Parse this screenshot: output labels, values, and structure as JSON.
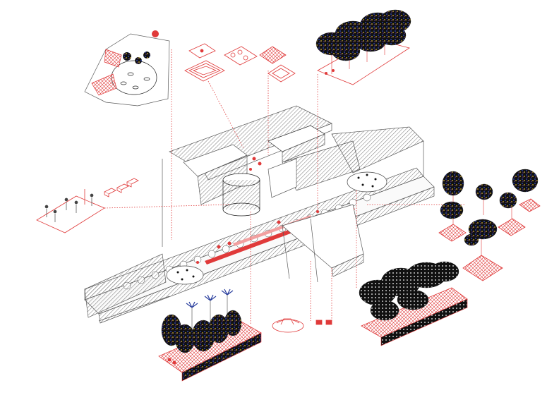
{
  "drawing": {
    "colors": {
      "background": "#ffffff",
      "linework": "#5a5a5a",
      "linework_dark": "#222222",
      "accent_red": "#e03a3a",
      "foliage_black": "#111111",
      "foliage_blue": "#2a3f9e",
      "foliage_purple": "#6a3d9a",
      "foliage_gold": "#d8b23a"
    },
    "callouts": [
      {
        "id": "plaza-detail",
        "icon": "plaza-detail-icon"
      },
      {
        "id": "planter-modules",
        "icon": "planter-module-icon"
      },
      {
        "id": "canopy-grove",
        "icon": "canopy-grove-icon"
      },
      {
        "id": "playground",
        "icon": "playground-icon"
      },
      {
        "id": "street-furniture",
        "icon": "bench-icon"
      },
      {
        "id": "specimen-trees",
        "icon": "tree-icon"
      },
      {
        "id": "palm-planting",
        "icon": "palm-icon"
      },
      {
        "id": "seating-object",
        "icon": "seat-icon"
      },
      {
        "id": "hedge-trees",
        "icon": "hedge-icon"
      }
    ]
  }
}
